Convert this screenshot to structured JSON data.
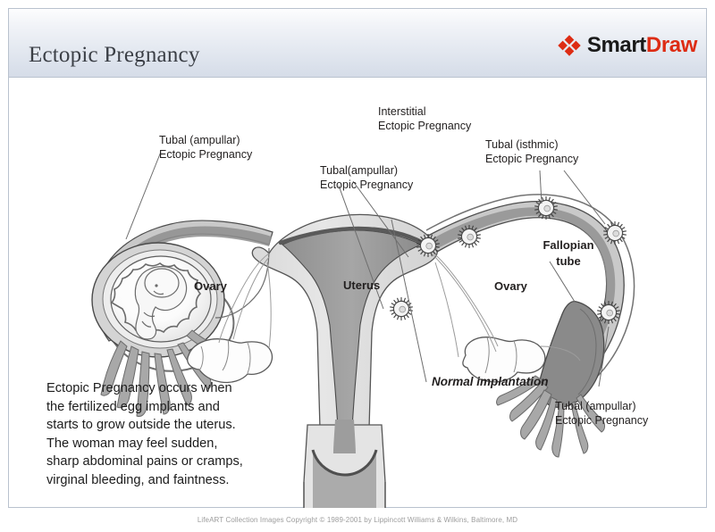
{
  "slide": {
    "title": "Ectopic Pregnancy",
    "background_color": "#ffffff",
    "border_color": "#b9c2ce"
  },
  "logo": {
    "mark": "smartdraw-diamond-icon",
    "text_primary": "Smart",
    "text_secondary": "Draw",
    "color_primary": "#1a1a1a",
    "color_secondary": "#dd2c14"
  },
  "diagram": {
    "type": "medical-anatomy-illustration",
    "subject": "Female reproductive system showing ectopic pregnancy implantation sites",
    "labels": {
      "left_tubal_ampullar": "Tubal (ampullar)\nEctopic Pregnancy",
      "center_tubal_ampullar": "Tubal(ampullar)\nEctopic Pregnancy",
      "interstitial": "Interstitial\nEctopic Pregnancy",
      "right_tubal_isthmic": "Tubal (isthmic)\nEctopic Pregnancy",
      "right_tubal_ampullar": "Tubal (ampullar)\nEctopic Pregnancy",
      "fallopian_tube": "Fallopian\ntube",
      "ovary_left": "Ovary",
      "ovary_right": "Ovary",
      "uterus": "Uterus",
      "normal_implantation": "Normal implantation"
    },
    "colors": {
      "tissue_light": "#e2e2e2",
      "tissue_mid": "#b5b5b5",
      "tissue_dark": "#8d8d8d",
      "outline": "#4a4a4a",
      "cavity": "#9a9a9a"
    }
  },
  "description": {
    "text": "Ectopic Pregnancy occurs when the fertilized egg implants and starts to grow outside the uterus.  The woman may feel sudden, sharp abdominal pains or cramps, virginal bleeding, and faintness."
  },
  "footer": {
    "copyright": "LifeART Collection Images Copyright © 1989-2001 by Lippincott Williams & Wilkins, Baltimore, MD"
  }
}
